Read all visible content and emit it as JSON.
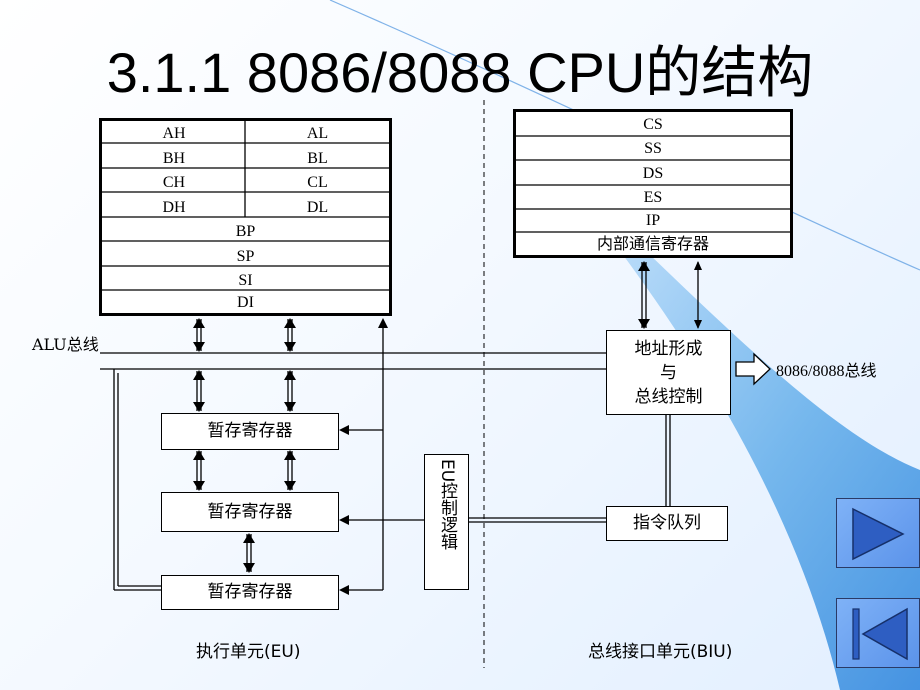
{
  "slide": {
    "title": "3.1.1 8086/8088 CPU的结构"
  },
  "eu": {
    "registers_split": [
      [
        "AH",
        "AL"
      ],
      [
        "BH",
        "BL"
      ],
      [
        "CH",
        "CL"
      ],
      [
        "DH",
        "DL"
      ]
    ],
    "registers_full": [
      "BP",
      "SP",
      "SI",
      "DI"
    ],
    "alu_bus_label": "ALU总线",
    "temp_reg_1": "暂存寄存器",
    "temp_reg_2": "暂存寄存器",
    "temp_reg_3": "暂存寄存器",
    "control_logic": "EU控制逻辑",
    "unit_label": "执行单元(EU)"
  },
  "biu": {
    "segment_registers": [
      "CS",
      "SS",
      "DS",
      "ES",
      "IP"
    ],
    "internal_comm_reg": "内部通信寄存器",
    "addr_line1": "地址形成",
    "addr_line2": "与",
    "addr_line3": "总线控制",
    "external_bus": "8086/8088总线",
    "instruction_queue": "指令队列",
    "unit_label": "总线接口单元(BIU)"
  },
  "nav": {
    "next": "next-icon",
    "first": "first-slide-icon"
  }
}
